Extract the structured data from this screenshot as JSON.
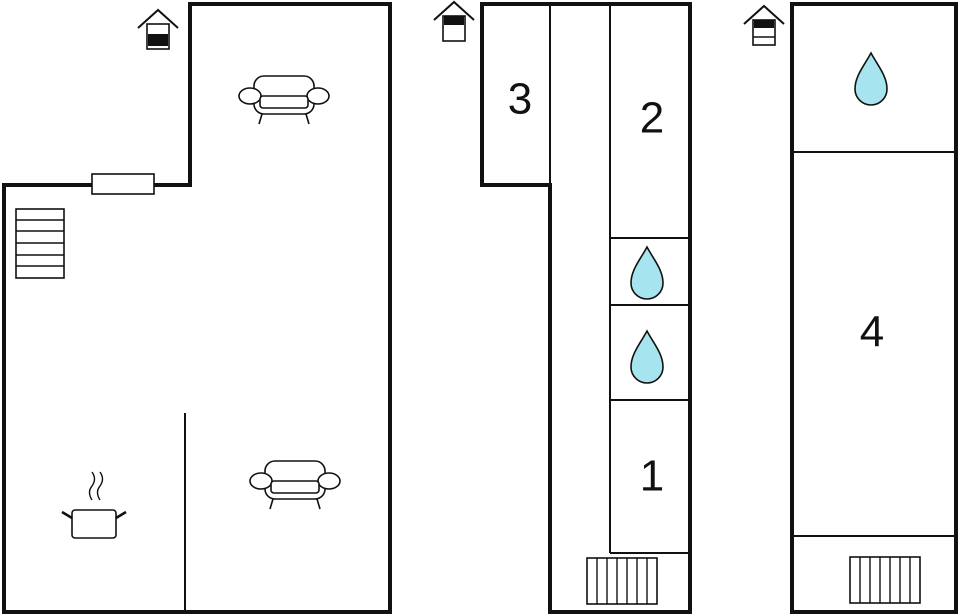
{
  "colors": {
    "wall": "#111111",
    "water": "#a6e4ef",
    "background": "#ffffff"
  },
  "rooms": [
    {
      "id": "room-1",
      "label": "1"
    },
    {
      "id": "room-2",
      "label": "2"
    },
    {
      "id": "room-3",
      "label": "3"
    },
    {
      "id": "room-4",
      "label": "4"
    }
  ],
  "icons": [
    "house-level-icon",
    "sofa-icon",
    "kitchen-pot-icon",
    "stairs-icon",
    "water-drop-icon",
    "radiator-icon",
    "window-icon"
  ],
  "floors": [
    "ground-floor",
    "first-floor",
    "second-floor"
  ]
}
